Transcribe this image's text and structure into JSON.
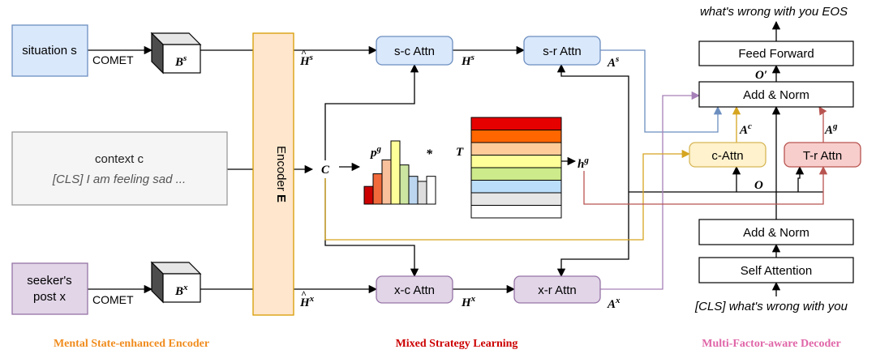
{
  "inputs": {
    "situation": "situation s",
    "context_line1": "context c",
    "context_line2": "[CLS] I am feeling sad ...",
    "seeker_line1": "seeker's",
    "seeker_line2": "post x",
    "comet_top": "COMET",
    "comet_bottom": "COMET"
  },
  "encoder": {
    "label": "Encoder",
    "bold_letter": "E"
  },
  "symbols": {
    "bs": "B",
    "bs_sup": "s",
    "bx": "B",
    "bx_sup": "x",
    "hs_hat": "H",
    "hs_hat_sup": "s",
    "hx_hat": "H",
    "hx_hat_sup": "x",
    "hs": "H",
    "hs_sup": "s",
    "hx": "H",
    "hx_sup": "x",
    "as": "A",
    "as_sup": "s",
    "ax": "A",
    "ax_sup": "x",
    "ac": "A",
    "ac_sup": "c",
    "ag": "A",
    "ag_sup": "g",
    "c": "C",
    "pg": "p",
    "pg_sup": "g",
    "star": "*",
    "t": "T",
    "hg": "h",
    "hg_sup": "g",
    "o": "O",
    "o_prime": "O′"
  },
  "attention_blocks": {
    "sc": "s-c Attn",
    "sr": "s-r Attn",
    "xc": "x-c Attn",
    "xr": "x-r Attn",
    "c_attn": "c-Attn",
    "tr": "T-r Attn"
  },
  "decoder": {
    "output_text": "what's wrong with you EOS",
    "feed_forward": "Feed Forward",
    "add_norm_top": "Add & Norm",
    "add_norm_bottom": "Add & Norm",
    "self_attention": "Self Attention",
    "input_text": "[CLS] what's wrong with you"
  },
  "sections": {
    "encoder_label": "Mental State-enhanced Encoder",
    "strategy_label": "Mixed Strategy Learning",
    "decoder_label": "Multi-Factor-aware Decoder"
  },
  "colors": {
    "blue_fill": "#dae8fc",
    "blue_stroke": "#6c8ebf",
    "purple_fill": "#e1d5e7",
    "purple_stroke": "#9673a6",
    "grey_fill": "#f5f5f5",
    "grey_stroke": "#999999",
    "encoder_fill": "#ffe6cc",
    "encoder_stroke": "#d79b00",
    "cattn_fill": "#fff2cc",
    "cattn_stroke": "#d6b656",
    "tr_fill": "#f8cecc",
    "tr_stroke": "#b85450",
    "encoder_label_color": "#f08c1e",
    "strategy_label_color": "#cc0000",
    "decoder_label_color": "#e066a8"
  },
  "strategy_distribution": {
    "values": [
      0.28,
      0.48,
      0.7,
      1.0,
      0.62,
      0.44,
      0.36,
      0.44
    ],
    "colors": [
      "#cc0000",
      "#f06a3c",
      "#f9c09c",
      "#ffff99",
      "#cce5a0",
      "#bcd6f0",
      "#dddddd",
      "#ffffff"
    ]
  },
  "strategy_table": {
    "rows": [
      "#e60000",
      "#ff6600",
      "#ffcc99",
      "#ffff99",
      "#cdeb8b",
      "#bbdefb",
      "#e6e6e6",
      "#ffffff"
    ]
  }
}
